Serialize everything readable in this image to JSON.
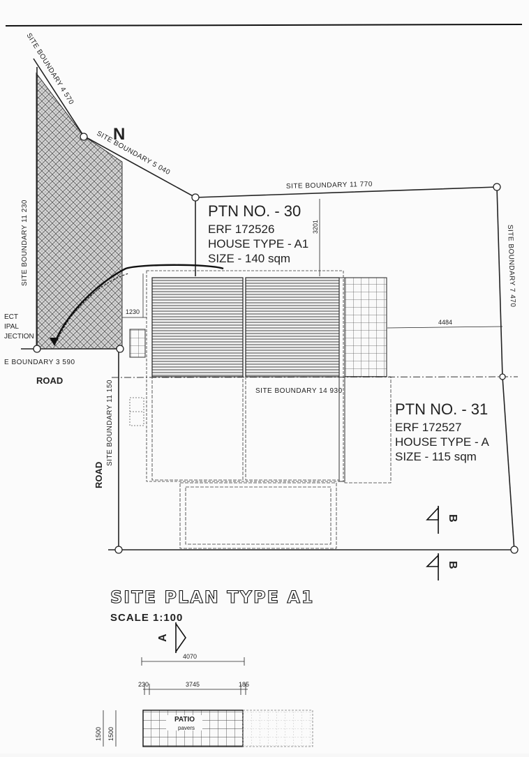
{
  "north": "N",
  "boundaries": {
    "b1": "SITE BOUNDARY 4 570",
    "b2": "SITE BOUNDARY 5 040",
    "b3": "SITE BOUNDARY 11 770",
    "b4": "SITE BOUNDARY 11 230",
    "b5": "SITE BOUNDARY 7 470",
    "b6": "E BOUNDARY 3 590",
    "b7": "SITE BOUNDARY 14 930",
    "b8": "SITE BOUNDARY 11 150"
  },
  "road_labels": [
    "ROAD",
    "ROAD"
  ],
  "connection_note": [
    "ECT",
    "IPAL",
    "JECTION"
  ],
  "ptn30": {
    "ptn": "PTN NO. - 30",
    "erf": "ERF 172526",
    "house_type": "HOUSE TYPE - A1",
    "size": "SIZE - 140 sqm"
  },
  "ptn31": {
    "ptn": "PTN NO. - 31",
    "erf": "ERF 172527",
    "house_type": "HOUSE TYPE - A",
    "size": "SIZE - 115 sqm"
  },
  "dimensions": {
    "d1230": "1230",
    "d4484": "4484",
    "d3201": "3201",
    "d4070": "4070",
    "d230": "230",
    "d3745": "3745",
    "d185": "185",
    "d1500a": "1500",
    "d1500b": "1500"
  },
  "section_markers": [
    "B",
    "B",
    "A"
  ],
  "plan_title": "SITE PLAN TYPE A1",
  "plan_scale": "SCALE 1:100",
  "patio": {
    "label": "PATIO",
    "sub": "pavers"
  }
}
